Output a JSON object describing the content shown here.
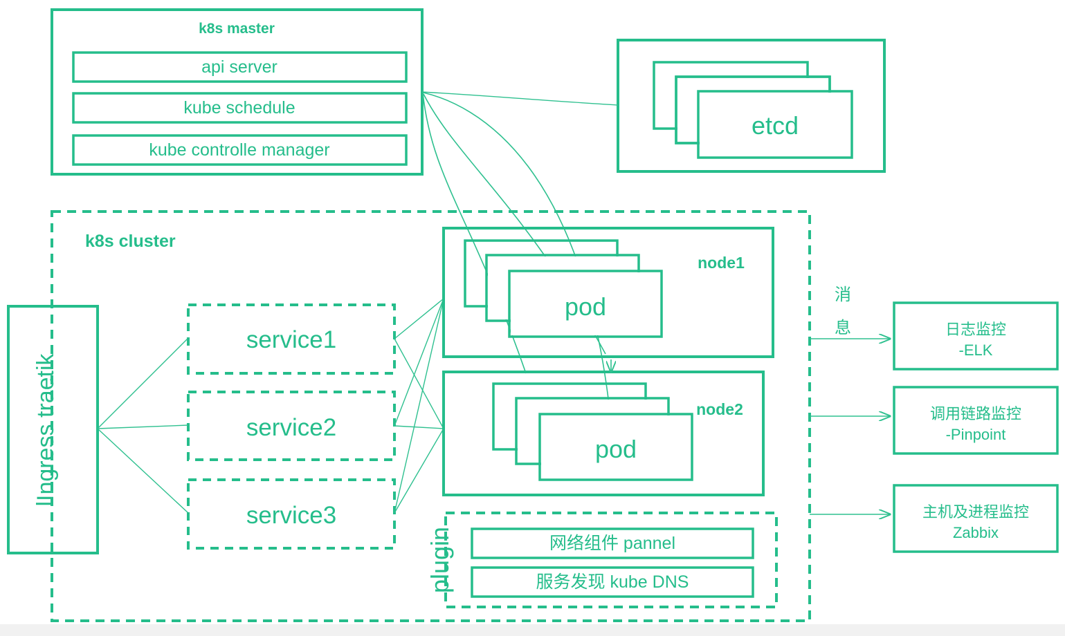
{
  "diagram": {
    "accent_color": "#25bd8b",
    "background_color": "#ffffff",
    "footer_band_color": "#f1f1f1",
    "master": {
      "title": "k8s master",
      "components": [
        "api server",
        "kube  schedule",
        "kube controlle manager"
      ]
    },
    "etcd": {
      "label": "etcd",
      "stack_count": 3
    },
    "cluster": {
      "label": "k8s cluster"
    },
    "ingress": {
      "label": "lIngress traetik"
    },
    "services": [
      {
        "label": "service1"
      },
      {
        "label": "service2"
      },
      {
        "label": "service3"
      }
    ],
    "nodes": [
      {
        "label": "node1",
        "pod_label": "pod",
        "pod_stack_count": 3
      },
      {
        "label": "node2",
        "pod_label": "pod",
        "pod_stack_count": 3
      }
    ],
    "plugin": {
      "label": "plugin",
      "items": [
        "网络组件 pannel",
        "服务发现 kube DNS"
      ]
    },
    "message_label_chars": [
      "消",
      "息"
    ],
    "monitoring": [
      {
        "line1": "日志监控",
        "line2": "-ELK"
      },
      {
        "line1": "调用链路监控",
        "line2": "-Pinpoint"
      },
      {
        "line1": "主机及进程监控",
        "line2": "Zabbix"
      }
    ]
  }
}
